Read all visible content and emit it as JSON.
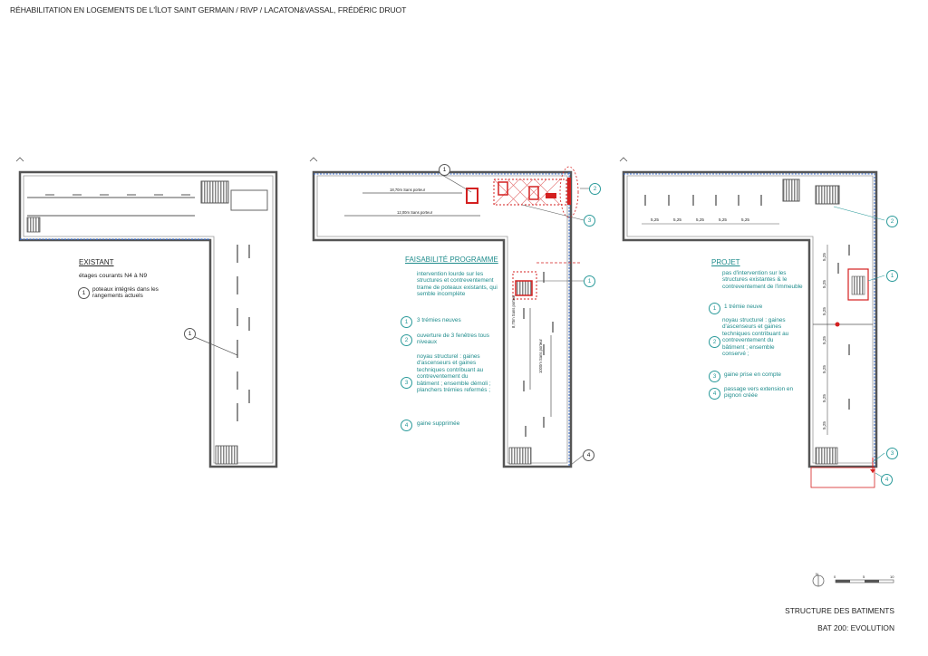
{
  "header": {
    "title": "RÉHABILITATION EN LOGEMENTS DE L'ÎLOT SAINT GERMAIN / RIVP / LACATON&VASSAL, FRÉDÉRIC DRUOT"
  },
  "existant": {
    "title": "EXISTANT",
    "subtitle": "étages courants N4 à N9",
    "notes": [
      {
        "num": "1",
        "text": "poteaux intégrés dans les rangements actuels"
      }
    ],
    "plan_callout": "1"
  },
  "faisabilite": {
    "title": "FAISABILITÉ PROGRAMME",
    "intro": "intervention lourde sur les structures et contreventement trame de poteaux existants, qui semble incomplète",
    "notes": [
      {
        "num": "1",
        "text": "3 trémies neuves"
      },
      {
        "num": "2",
        "text": "ouverture de 3 fenêtres tous niveaux"
      },
      {
        "num": "3",
        "text": "noyau structurel : gaines d'ascenseurs et gaines techniques contribuant au contreventement du bâtiment ; ensemble démoli ; planchers trémies refermés ;"
      },
      {
        "num": "4",
        "text": "gaine supprimée"
      }
    ],
    "dims": [
      "18,70m Sans porteur",
      "12,00m Sans porteur",
      "8,70m Sans porteur",
      "1000m Sans porteur"
    ],
    "callouts": [
      "1",
      "2",
      "3",
      "1",
      "4"
    ]
  },
  "projet": {
    "title": "PROJET",
    "intro": "pas d'intervention sur les structures existantes & le contreventement de l'immeuble",
    "notes": [
      {
        "num": "1",
        "text": "1 trémie neuve"
      },
      {
        "num": "2",
        "text": "noyau structurel : gaines d'ascenseurs et gaines techniques contribuant au contreventement du bâtiment ; ensemble conservé ;"
      },
      {
        "num": "3",
        "text": "gaine prise en compte"
      },
      {
        "num": "4",
        "text": "passage vers extension en pignon créée"
      }
    ],
    "dims": [
      "5,25",
      "5,25",
      "5,25",
      "5,25",
      "5,25"
    ],
    "vdims": [
      "5,25",
      "5,25",
      "5,25",
      "5,25",
      "5,25",
      "5,25",
      "5,25"
    ],
    "callouts": [
      "2",
      "1",
      "3",
      "4"
    ]
  },
  "scale": {
    "north": "N",
    "ticks": [
      "0",
      "5",
      "10"
    ]
  },
  "footer": {
    "line1": "STRUCTURE DES BATIMENTS",
    "line2": "BAT 200: EVOLUTION"
  },
  "colors": {
    "teal": "#1f8c8c",
    "red": "#d42020",
    "blue_dash": "#3a6fd0",
    "wall": "#555555"
  }
}
